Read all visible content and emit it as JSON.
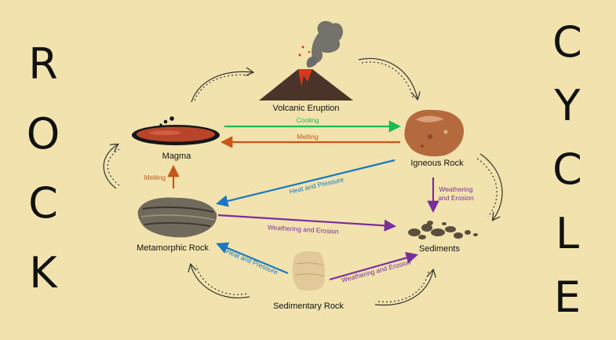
{
  "side_text": {
    "left": [
      "R",
      "O",
      "C",
      "K"
    ],
    "right": [
      "C",
      "Y",
      "C",
      "L",
      "E"
    ]
  },
  "nodes": {
    "volcano": "Volcanic Eruption",
    "igneous": "Igneous Rock",
    "magma": "Magma",
    "metamorphic": "Metamorphic Rock",
    "sediments": "Sediments",
    "sedimentary": "Sedimentary Rock"
  },
  "edges": {
    "cooling": "Cooling",
    "melting_top": "Melting",
    "melting_left": "Melting",
    "heat_pressure_top": "Heat and Pressure",
    "heat_pressure_bottom": "Heat and Pressure",
    "weathering_right": "Weathering and Erosion",
    "weathering_middle": "Weathering and Erosion",
    "weathering_bottom": "Weathering and Erosion"
  },
  "colors": {
    "background": "#f2e3ae",
    "green": "#1db954",
    "orange": "#c8561a",
    "blue": "#1a78c2",
    "purple": "#7a2e9e"
  }
}
